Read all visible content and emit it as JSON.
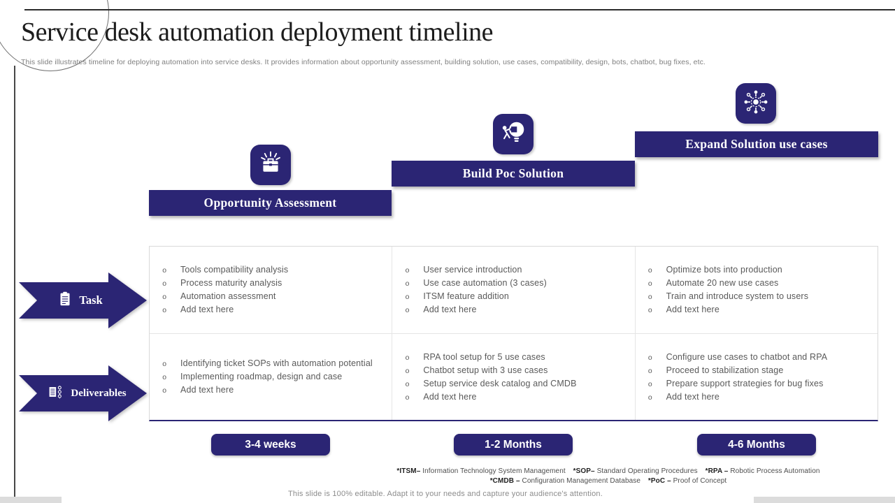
{
  "slide": {
    "title": "Service desk automation deployment timeline",
    "subtitle": "This slide illustrates timeline for deploying automation into service desks. It provides information about opportunity assessment, building solution, use cases, compatibility, design, bots, chatbot, bug fixes, etc.",
    "editable_note": "This slide is 100% editable. Adapt it to your needs and capture your audience's attention."
  },
  "colors": {
    "primary": "#2b2574",
    "body_text": "#595959",
    "border": "#d9d9d9",
    "muted": "#8c8c8c"
  },
  "stages": [
    {
      "label": "Opportunity Assessment",
      "icon": "briefcase-burst-icon",
      "duration": "3-4 weeks"
    },
    {
      "label": "Build Poc Solution",
      "icon": "puzzle-head-icon",
      "duration": "1-2 Months"
    },
    {
      "label": "Expand Solution use cases",
      "icon": "network-hub-icon",
      "duration": "4-6 Months"
    }
  ],
  "rows": [
    {
      "label": "Task",
      "icon": "clipboard-icon",
      "columns": [
        [
          "Tools compatibility analysis",
          "Process maturity analysis",
          "Automation assessment",
          "Add text here"
        ],
        [
          "User service introduction",
          "Use case automation (3 cases)",
          "ITSM feature addition",
          "Add text here"
        ],
        [
          "Optimize bots into production",
          "Automate 20 new use cases",
          "Train and introduce system to users",
          "Add text here"
        ]
      ]
    },
    {
      "label": "Deliverables",
      "icon": "checklist-icon",
      "columns": [
        [
          "Identifying ticket SOPs with automation potential",
          "Implementing roadmap, design and case",
          "Add text here"
        ],
        [
          "RPA tool setup for 5 use cases",
          "Chatbot setup with 3 use cases",
          "Setup service desk catalog and CMDB",
          "Add text here"
        ],
        [
          "Configure use cases to chatbot and RPA",
          "Proceed to stabilization stage",
          "Prepare support strategies for bug fixes",
          "Add text here"
        ]
      ]
    }
  ],
  "footnotes": {
    "line1": [
      {
        "term": "*ITSM–",
        "definition": "Information Technology System Management"
      },
      {
        "term": "*SOP–",
        "definition": "Standard Operating Procedures"
      },
      {
        "term": "*RPA –",
        "definition": "Robotic Process Automation"
      }
    ],
    "line2": [
      {
        "term": "*CMDB –",
        "definition": "Configuration Management Database"
      },
      {
        "term": "*PoC –",
        "definition": "Proof of Concept"
      }
    ]
  }
}
